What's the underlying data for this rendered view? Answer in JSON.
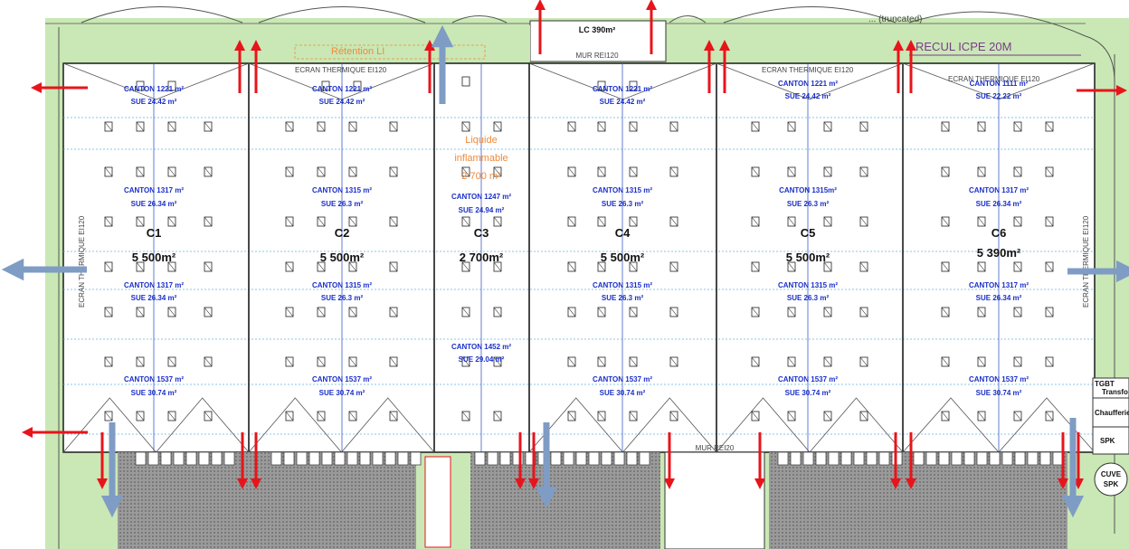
{
  "header": {
    "lc_label": "LC 390m²",
    "mur_top": "MUR REI120",
    "retention": "Rétention LI",
    "recul": "RECUL ICPE 20M",
    "top_right_note": "... (truncated)"
  },
  "screens": {
    "ecran_top": "ECRAN THERMIQUE EI120",
    "ecran_side": "ECRAN THERMIQUE EI120",
    "mur_bottom": "MUR REI20"
  },
  "cells": [
    {
      "id": "C1",
      "area": "5 500m²"
    },
    {
      "id": "C2",
      "area": "5 500m²"
    },
    {
      "id": "C3",
      "area": "2 700m²"
    },
    {
      "id": "C4",
      "area": "5 500m²"
    },
    {
      "id": "C5",
      "area": "5 500m²"
    },
    {
      "id": "C6",
      "area": "5 390m²"
    }
  ],
  "liquid": {
    "line1": "Liquide",
    "line2": "inflammable",
    "line3": "2 700 m²"
  },
  "cantons": {
    "row1": [
      {
        "c": "CANTON 1221 m²",
        "s": "SUE 24.42 m²"
      },
      {
        "c": "CANTON 1221 m²",
        "s": "SUE 24.42 m²"
      },
      {
        "c": "CANTON 1221 m²",
        "s": "SUE 24.42 m²"
      },
      {
        "c": "CANTON 1221 m²",
        "s": "SUE 24.42 m²"
      },
      {
        "c": "CANTON 1111 m²",
        "s": "SUE 22.22 m²"
      }
    ],
    "row2": [
      {
        "c": "CANTON 1317 m²",
        "s": "SUE 26.34 m²"
      },
      {
        "c": "CANTON 1315 m²",
        "s": "SUE 26.3 m²"
      },
      {
        "c": "CANTON 1247 m²",
        "s": "SUE 24.94 m²"
      },
      {
        "c": "CANTON 1315 m²",
        "s": "SUE 26.3 m²"
      },
      {
        "c": "CANTON 1315m²",
        "s": "SUE 26.3 m²"
      },
      {
        "c": "CANTON 1317 m²",
        "s": "SUE 26.34 m²"
      }
    ],
    "row3": [
      {
        "c": "CANTON 1317 m²",
        "s": "SUE 26.34 m²"
      },
      {
        "c": "CANTON 1315 m²",
        "s": "SUE 26.3 m²"
      },
      {
        "c": "CANTON 1315 m²",
        "s": "SUE 26.3 m²"
      },
      {
        "c": "CANTON 1315 m²",
        "s": "SUE 26.3 m²"
      },
      {
        "c": "CANTON 1317 m²",
        "s": "SUE 26.34 m²"
      }
    ],
    "row4": [
      {
        "c": "CANTON 1537 m²",
        "s": "SUE 30.74 m²"
      },
      {
        "c": "CANTON 1537 m²",
        "s": "SUE 30.74 m²"
      },
      {
        "c": "CANTON 1452 m²",
        "s": "SUE 29.04 m²"
      },
      {
        "c": "CANTON 1537 m²",
        "s": "SUE 30.74 m²"
      },
      {
        "c": "CANTON 1537 m²",
        "s": "SUE 30.74 m²"
      },
      {
        "c": "CANTON 1537 m²",
        "s": "SUE 30.74 m²"
      }
    ]
  },
  "right_annex": {
    "tgbt": "TGBT",
    "transfo": "Transfo",
    "chaufferie": "Chaufferie",
    "spk": "SPK",
    "cuve1": "CUVE",
    "cuve2": "SPK"
  },
  "colors": {
    "red_arrow": "#e8141b",
    "blue_arrow": "#7f9cc4",
    "green_area": "#c9e8b5",
    "canton_text": "#1a2fc9",
    "cyan_line": "#64b4e4"
  }
}
